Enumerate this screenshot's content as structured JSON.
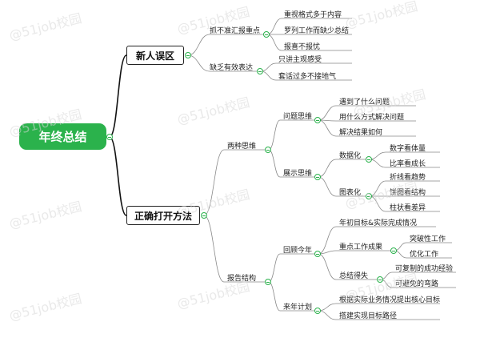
{
  "root": "年终总结",
  "branch_mistakes": {
    "title": "新人误区",
    "groups": [
      {
        "label": "抓不准汇报重点",
        "items": [
          "重视格式多于内容",
          "罗列工作而缺少总结",
          "报喜不报忧"
        ]
      },
      {
        "label": "缺乏有效表达",
        "items": [
          "只讲主观感受",
          "套话过多不接地气"
        ]
      }
    ]
  },
  "branch_methods": {
    "title": "正确打开方法",
    "thinking": {
      "label": "两种思维",
      "problem": {
        "label": "问题思维",
        "items": [
          "遇到了什么问题",
          "用什么方式解决问题",
          "解决结果如何"
        ]
      },
      "display": {
        "label": "展示思维",
        "data": {
          "label": "数据化",
          "items": [
            "数字看体量",
            "比率看成长"
          ]
        },
        "chart": {
          "label": "图表化",
          "items": [
            "折线看趋势",
            "饼图看结构",
            "柱状看差异"
          ]
        }
      }
    },
    "report": {
      "label": "报告结构",
      "review": {
        "label": "回顾今年",
        "first": "年初目标&实际完成情况",
        "key": {
          "label": "重点工作成果",
          "items": [
            "突破性工作",
            "优化工作"
          ]
        },
        "summary": {
          "label": "总结得失",
          "items": [
            "可复制的成功经验",
            "可避免的弯路"
          ]
        }
      },
      "plan": {
        "label": "来年计划",
        "items": [
          "根据实际业务情况提出核心目标",
          "搭建实现目标路径"
        ]
      }
    }
  },
  "watermark": "@51job校园",
  "colors": {
    "accent": "#2bb24c",
    "line": "#888888",
    "main_line": "#111111"
  }
}
